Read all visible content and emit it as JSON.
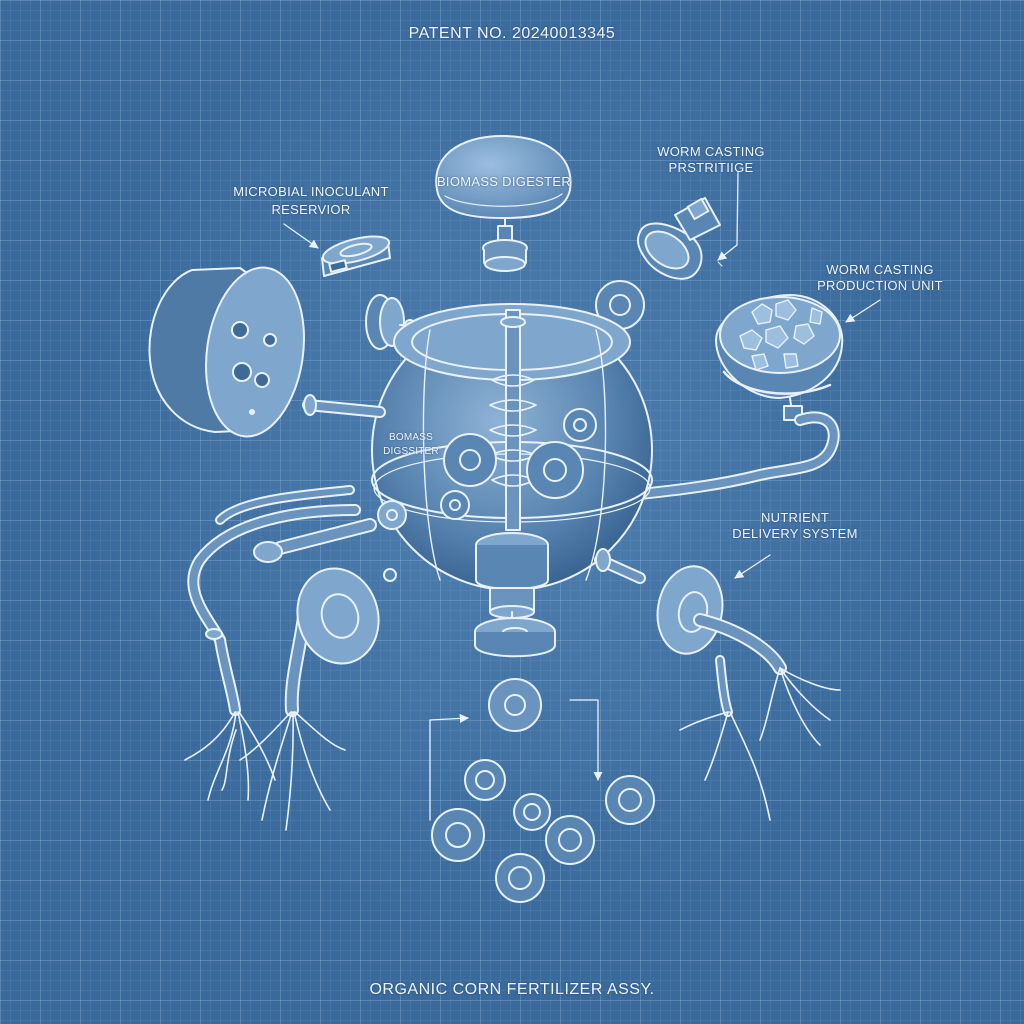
{
  "header": {
    "patent": "PATENT NO. 20240013345"
  },
  "labels": {
    "biomass_digester_top": "BIOMASS DIGESTER",
    "microbial_line1": "MICROBIAL INOCULANT",
    "microbial_line2": "RESERVIOR",
    "worm_cartridge_line1": "WORM CASTING",
    "worm_cartridge_line2": "PRSTRITIIGE",
    "worm_unit_line1": "WORM CASTING",
    "worm_unit_line2": "PRODUCTION UNIT",
    "nutrient_line1": "NUTRIENT",
    "nutrient_line2": "DELIVERY SYSTEM",
    "center_line1": "BOMASS",
    "center_line2": "DIGSSITER"
  },
  "footer": {
    "caption": "ORGANIC CORN FERTILIZER ASSY."
  },
  "colors": {
    "background": "#3a6a9c",
    "line": "#e8f2fc",
    "fill_light": "#7fa6cc",
    "fill_mid": "#5a86b3",
    "fill_dark": "#3f6a98"
  }
}
